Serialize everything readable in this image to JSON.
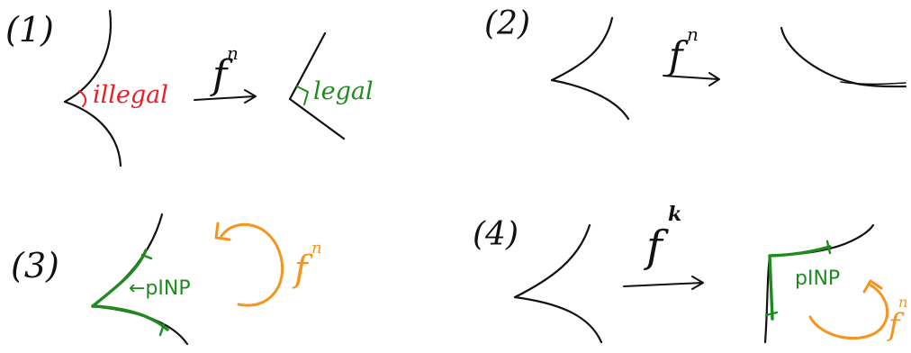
{
  "colors": {
    "ink": "#111111",
    "red": "#ee1c24",
    "green": "#1f8a1f",
    "orange": "#f7941d"
  },
  "panels": [
    {
      "label": "(1)",
      "left_label": "illegal",
      "map_label": "f",
      "map_exponent": "n",
      "right_label": "legal"
    },
    {
      "label": "(2)",
      "map_label": "f",
      "map_exponent": "n"
    },
    {
      "label": "(3)",
      "region_label": "←pINP",
      "loop_label": "f",
      "loop_exponent": "n"
    },
    {
      "label": "(4)",
      "map_label": "f",
      "map_exponent": "k",
      "region_label": "pINP",
      "loop_label": "f",
      "loop_exponent": "n"
    }
  ]
}
